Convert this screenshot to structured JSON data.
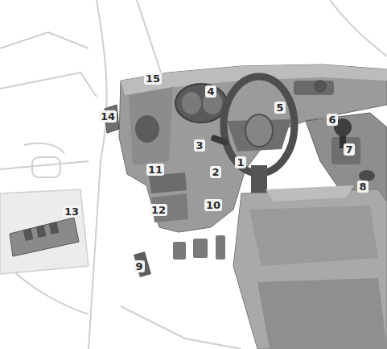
{
  "diagram": {
    "labels": [
      "15",
      "4",
      "14",
      "5",
      "6",
      "3",
      "7",
      "11",
      "2",
      "1",
      "8",
      "13",
      "12",
      "10",
      "9"
    ]
  }
}
